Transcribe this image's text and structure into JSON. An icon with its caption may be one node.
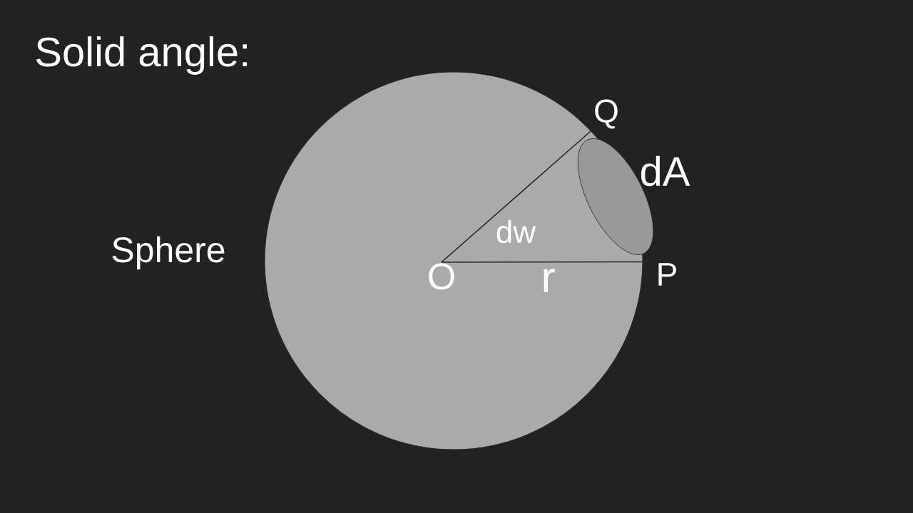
{
  "diagram": {
    "title": "Solid angle:",
    "nodes": [
      {
        "text": [],
        "shape": "circle",
        "beside": [
          "Sphere"
        ]
      },
      {
        "text": [],
        "shape": "ellipse",
        "in": 0,
        "beside": [
          "dA"
        ]
      },
      {
        "text": [
          "O"
        ],
        "in": 0
      },
      {
        "text": [
          "P"
        ]
      },
      {
        "text": [
          "Q"
        ]
      }
    ],
    "edges": [
      {
        "from": 2,
        "to": 4,
        "arrow": "none"
      },
      {
        "from": 2,
        "to": 3,
        "arrow": "none",
        "label": "r"
      }
    ],
    "labels": [
      "dw"
    ]
  }
}
